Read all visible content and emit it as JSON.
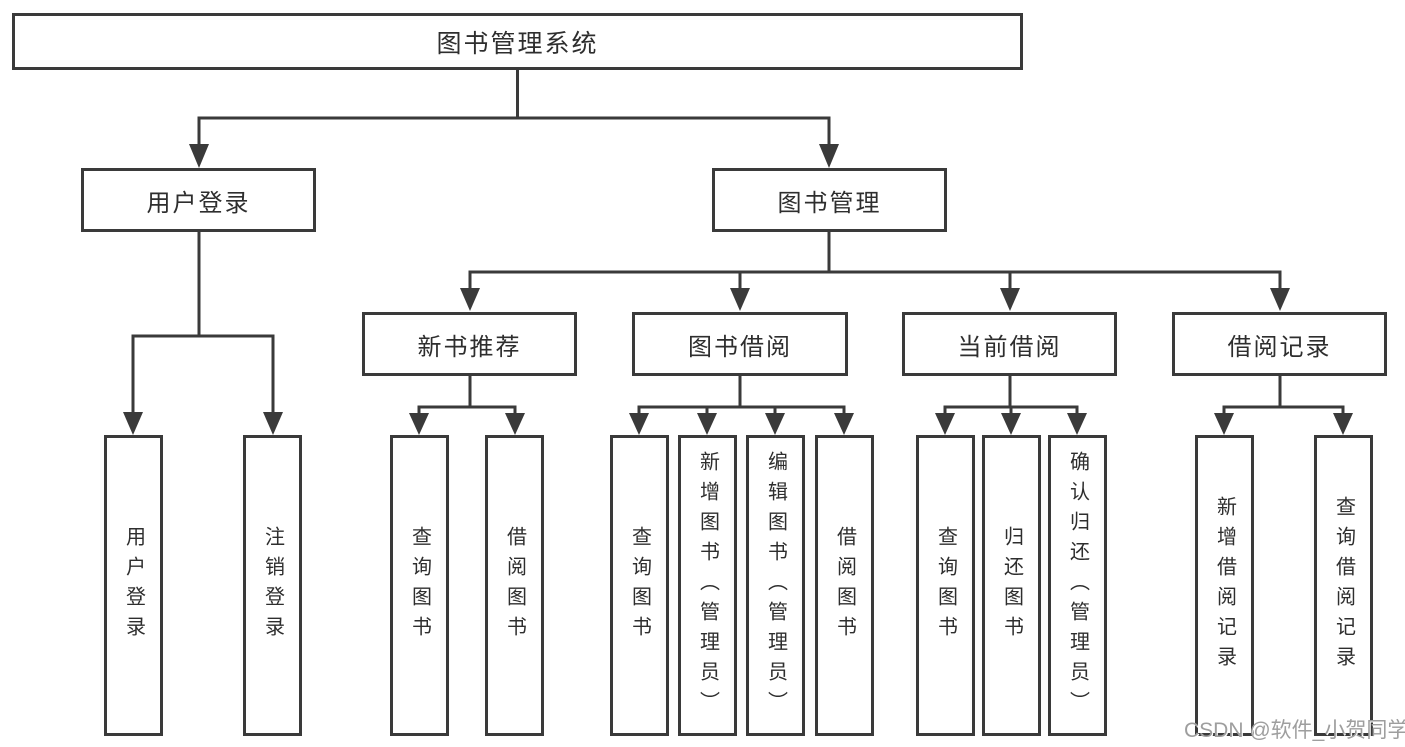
{
  "title": "图书管理系统",
  "tree": {
    "root": {
      "label": "图书管理系统"
    },
    "level2": [
      {
        "label": "用户登录"
      },
      {
        "label": "图书管理"
      }
    ],
    "level3": [
      {
        "label": "新书推荐"
      },
      {
        "label": "图书借阅"
      },
      {
        "label": "当前借阅"
      },
      {
        "label": "借阅记录"
      }
    ],
    "leaves": {
      "user_login": [
        {
          "label": "用户登录"
        },
        {
          "label": "注销登录"
        }
      ],
      "new_book": [
        {
          "label": "查询图书"
        },
        {
          "label": "借阅图书"
        }
      ],
      "book_borrow": [
        {
          "label": "查询图书"
        },
        {
          "label": "新增图书（管理员）"
        },
        {
          "label": "编辑图书（管理员）"
        },
        {
          "label": "借阅图书"
        }
      ],
      "current_borrow": [
        {
          "label": "查询图书"
        },
        {
          "label": "归还图书"
        },
        {
          "label": "确认归还（管理员）"
        }
      ],
      "borrow_record": [
        {
          "label": "新增借阅记录"
        },
        {
          "label": "查询借阅记录"
        }
      ]
    }
  },
  "watermark": "CSDN @软件_小贺同学",
  "colors": {
    "line": "#3a3a3a",
    "text": "#2e2e2e",
    "watermark": "#9e9e9e",
    "background": "#ffffff"
  }
}
